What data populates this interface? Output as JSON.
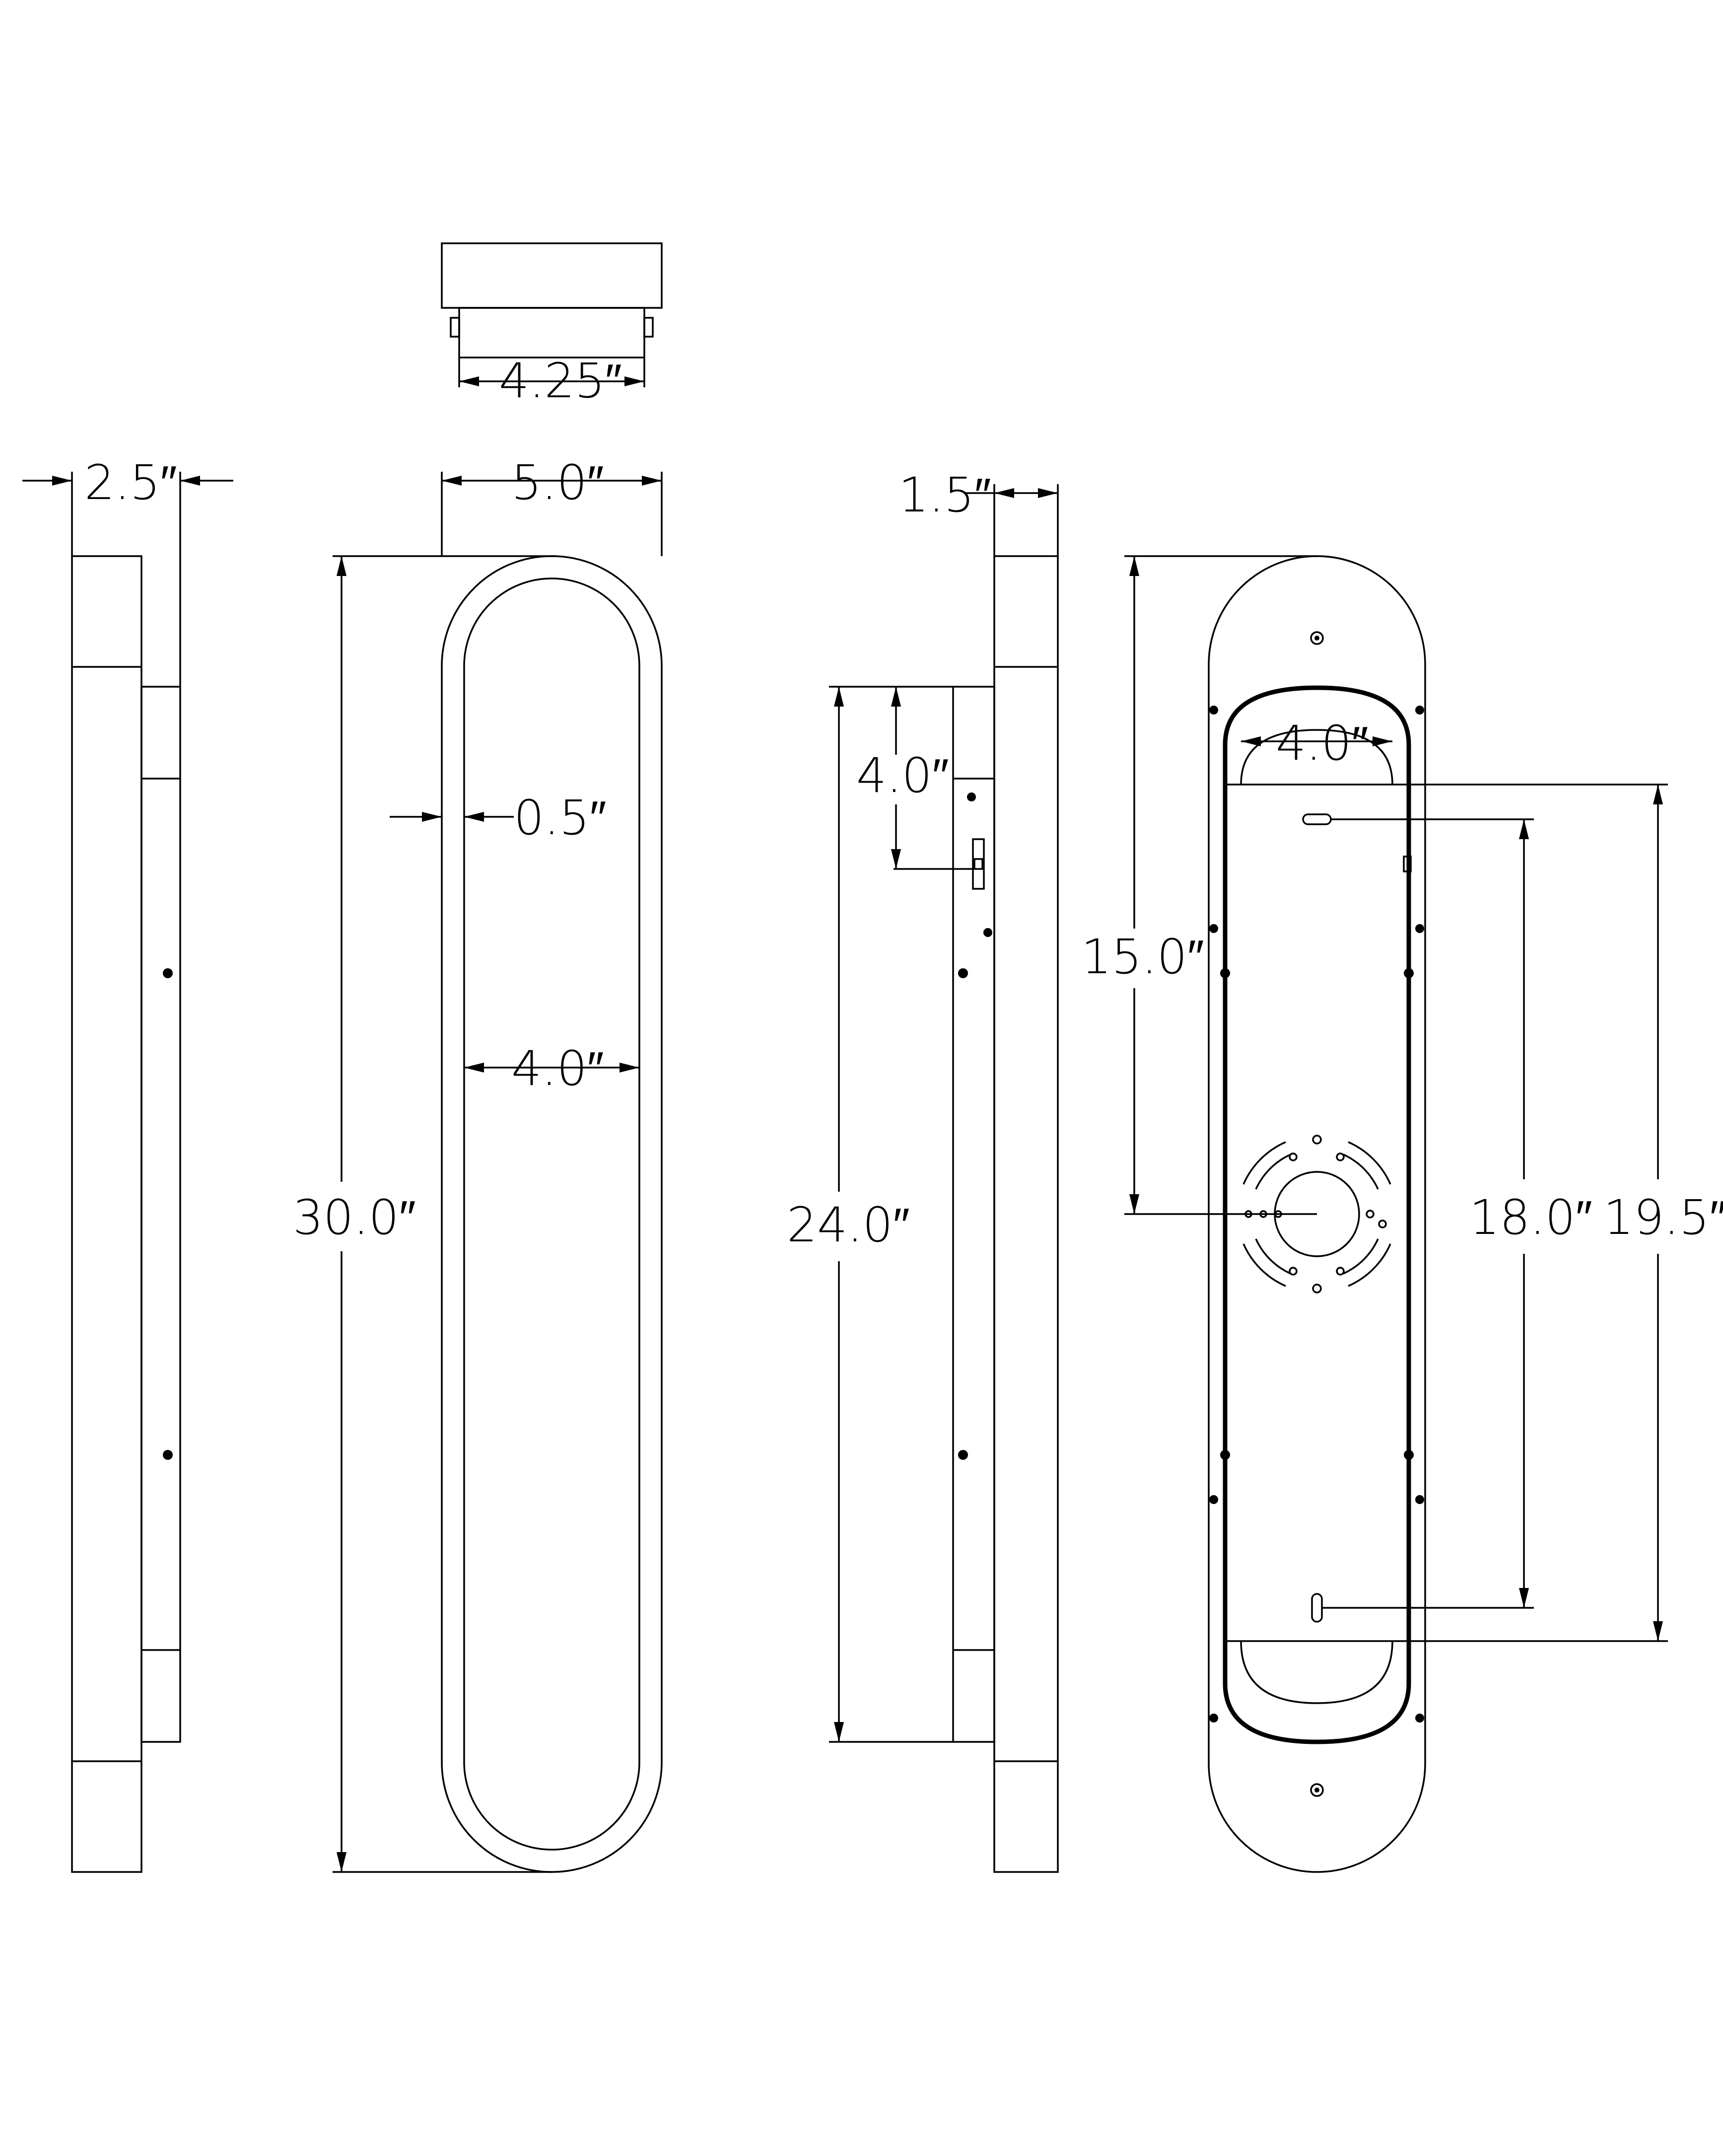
{
  "dimensions": {
    "top_width": "4.25″",
    "side_depth": "2.5″",
    "front_width": "5.0″",
    "frame_thickness": "0.5″",
    "inner_width": "4.0″",
    "overall_height": "30.0″",
    "plate_depth": "1.5″",
    "plate_offset": "4.0″",
    "plate_height": "24.0″",
    "back_top_width": "4.0″",
    "center_height": "15.0″",
    "hole_spacing": "18.0″",
    "plate_length": "19.5″"
  }
}
